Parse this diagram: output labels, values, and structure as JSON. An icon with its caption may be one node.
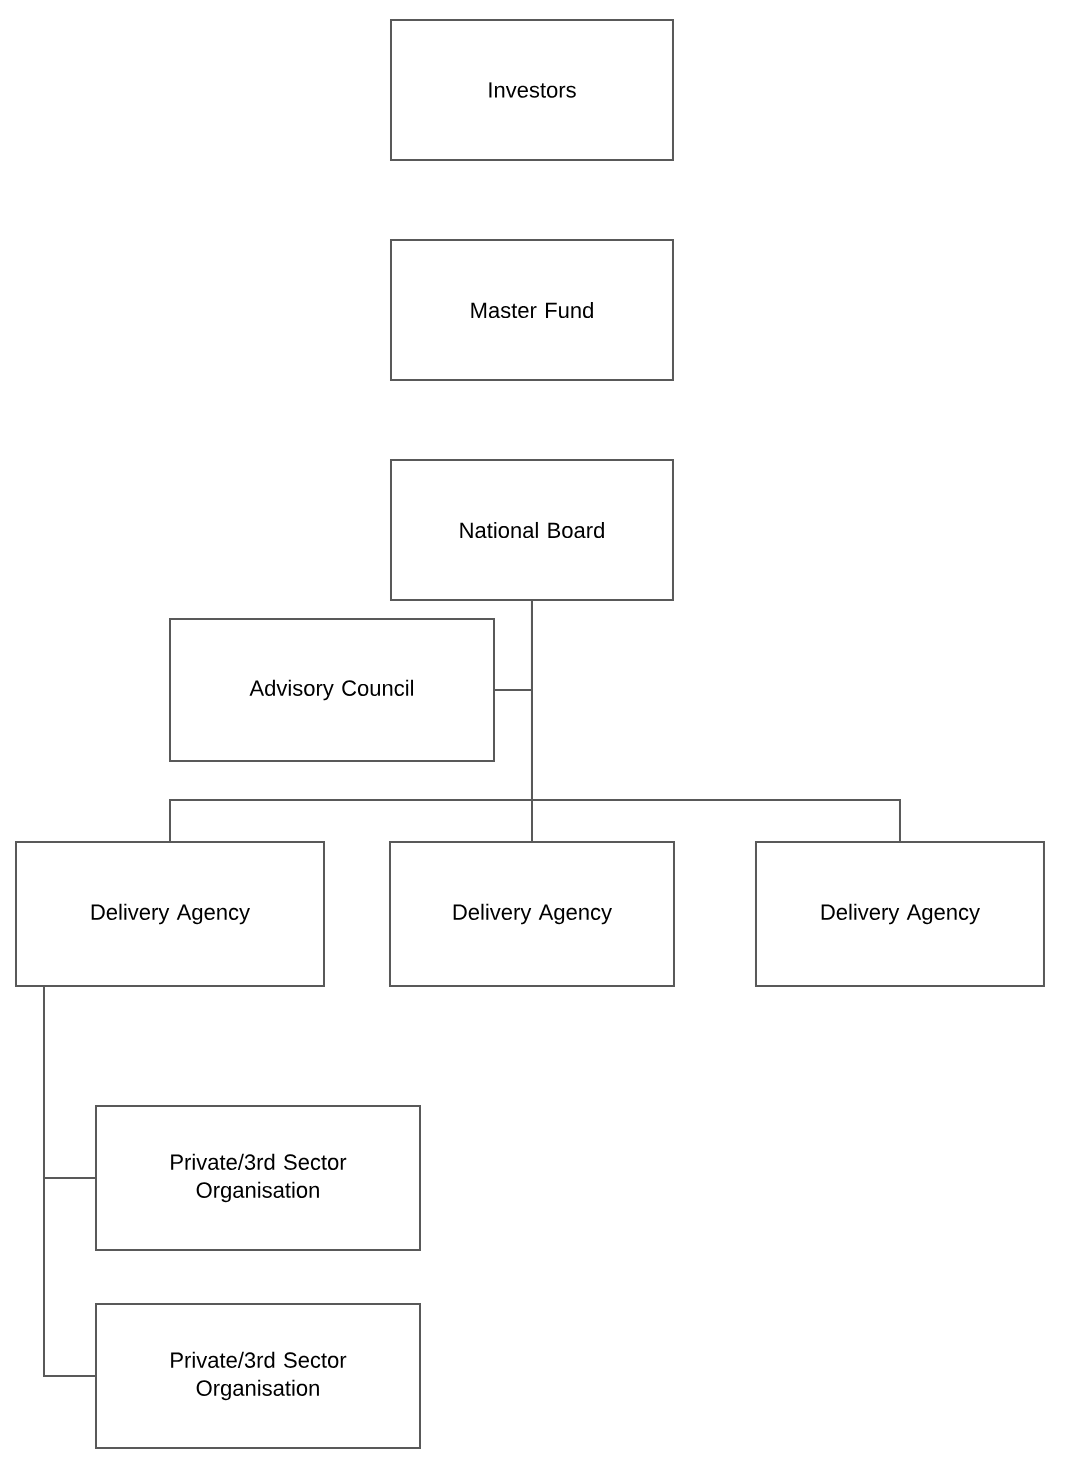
{
  "diagram": {
    "nodes": [
      {
        "text": [
          "Investors"
        ]
      },
      {
        "text": [
          "Master Fund"
        ]
      },
      {
        "text": [
          "National Board"
        ]
      },
      {
        "text": [
          "Advisory Council"
        ]
      },
      {
        "text": [
          "Delivery Agency"
        ]
      },
      {
        "text": [
          "Delivery Agency"
        ]
      },
      {
        "text": [
          "Delivery Agency"
        ]
      },
      {
        "text": [
          "Private/3rd Sector Organisation"
        ]
      },
      {
        "text": [
          "Private/3rd Sector Organisation"
        ]
      }
    ],
    "edges": [
      {
        "from": 2,
        "to": 3,
        "arrow": "none"
      },
      {
        "from": 2,
        "to": 4,
        "arrow": "none"
      },
      {
        "from": 2,
        "to": 5,
        "arrow": "none"
      },
      {
        "from": 2,
        "to": 6,
        "arrow": "none"
      },
      {
        "from": 4,
        "to": 7,
        "arrow": "none"
      },
      {
        "from": 4,
        "to": 8,
        "arrow": "none"
      }
    ]
  }
}
